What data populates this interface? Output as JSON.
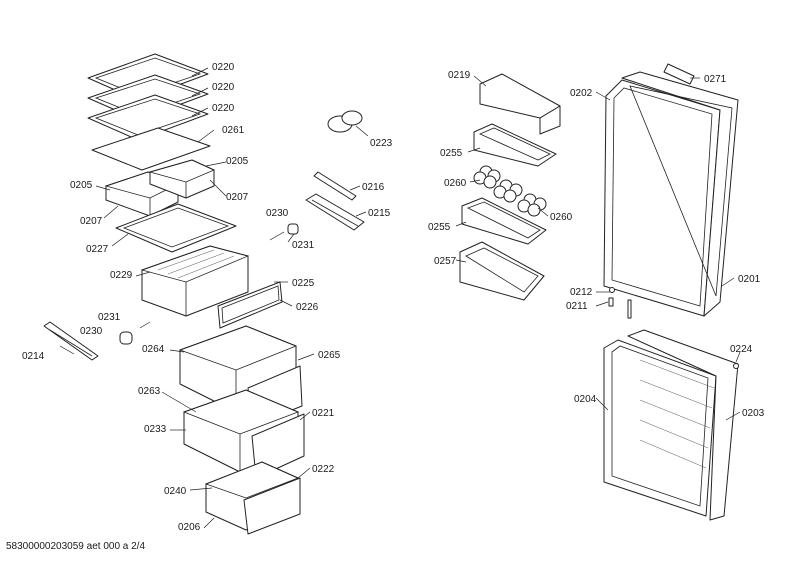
{
  "labels": {
    "p0220a": "0220",
    "p0220b": "0220",
    "p0220c": "0220",
    "p0261": "0261",
    "p0205a": "0205",
    "p0205b": "0205",
    "p0207a": "0207",
    "p0207b": "0207",
    "p0227": "0227",
    "p0229": "0229",
    "p0225": "0225",
    "p0226": "0226",
    "p0223": "0223",
    "p0216": "0216",
    "p0230a": "0230",
    "p0215": "0215",
    "p0231a": "0231",
    "p0231b": "0231",
    "p0230b": "0230",
    "p0214": "0214",
    "p0264": "0264",
    "p0265": "0265",
    "p0263": "0263",
    "p0221": "0221",
    "p0233": "0233",
    "p0222": "0222",
    "p0240": "0240",
    "p0206": "0206",
    "p0219": "0219",
    "p0202": "0202",
    "p0271": "0271",
    "p0255a": "0255",
    "p0260a": "0260",
    "p0260b": "0260",
    "p0255b": "0255",
    "p0257": "0257",
    "p0212": "0212",
    "p0211": "0211",
    "p0201": "0201",
    "p0224": "0224",
    "p0204": "0204",
    "p0203": "0203"
  },
  "footer": "58300000203059 aet 000 a 2/4"
}
